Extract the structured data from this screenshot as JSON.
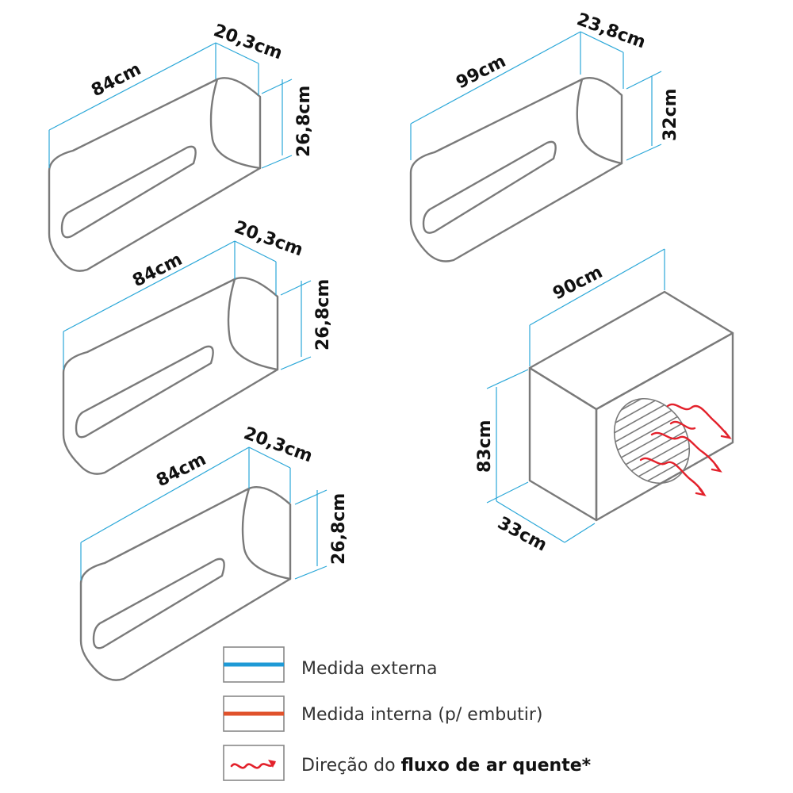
{
  "units": {
    "indoor_1": {
      "width": "84cm",
      "depth": "20,3cm",
      "height": "26,8cm"
    },
    "indoor_2": {
      "width": "84cm",
      "depth": "20,3cm",
      "height": "26,8cm"
    },
    "indoor_3": {
      "width": "84cm",
      "depth": "20,3cm",
      "height": "26,8cm"
    },
    "indoor_4": {
      "width": "99cm",
      "depth": "23,8cm",
      "height": "32cm"
    },
    "outdoor": {
      "width": "90cm",
      "depth": "33cm",
      "height": "83cm"
    }
  },
  "legend": {
    "external": {
      "label": "Medida externa",
      "color": "#1e9ad6"
    },
    "internal": {
      "label": "Medida interna (p/ embutir)",
      "color": "#e0522b"
    },
    "airflow": {
      "label_prefix": "Direção do ",
      "label_bold": "fluxo de ar quente*",
      "color": "#e3212b"
    }
  },
  "colors": {
    "outline": "#7a7a7a",
    "dimension": "#2aa7d8"
  }
}
